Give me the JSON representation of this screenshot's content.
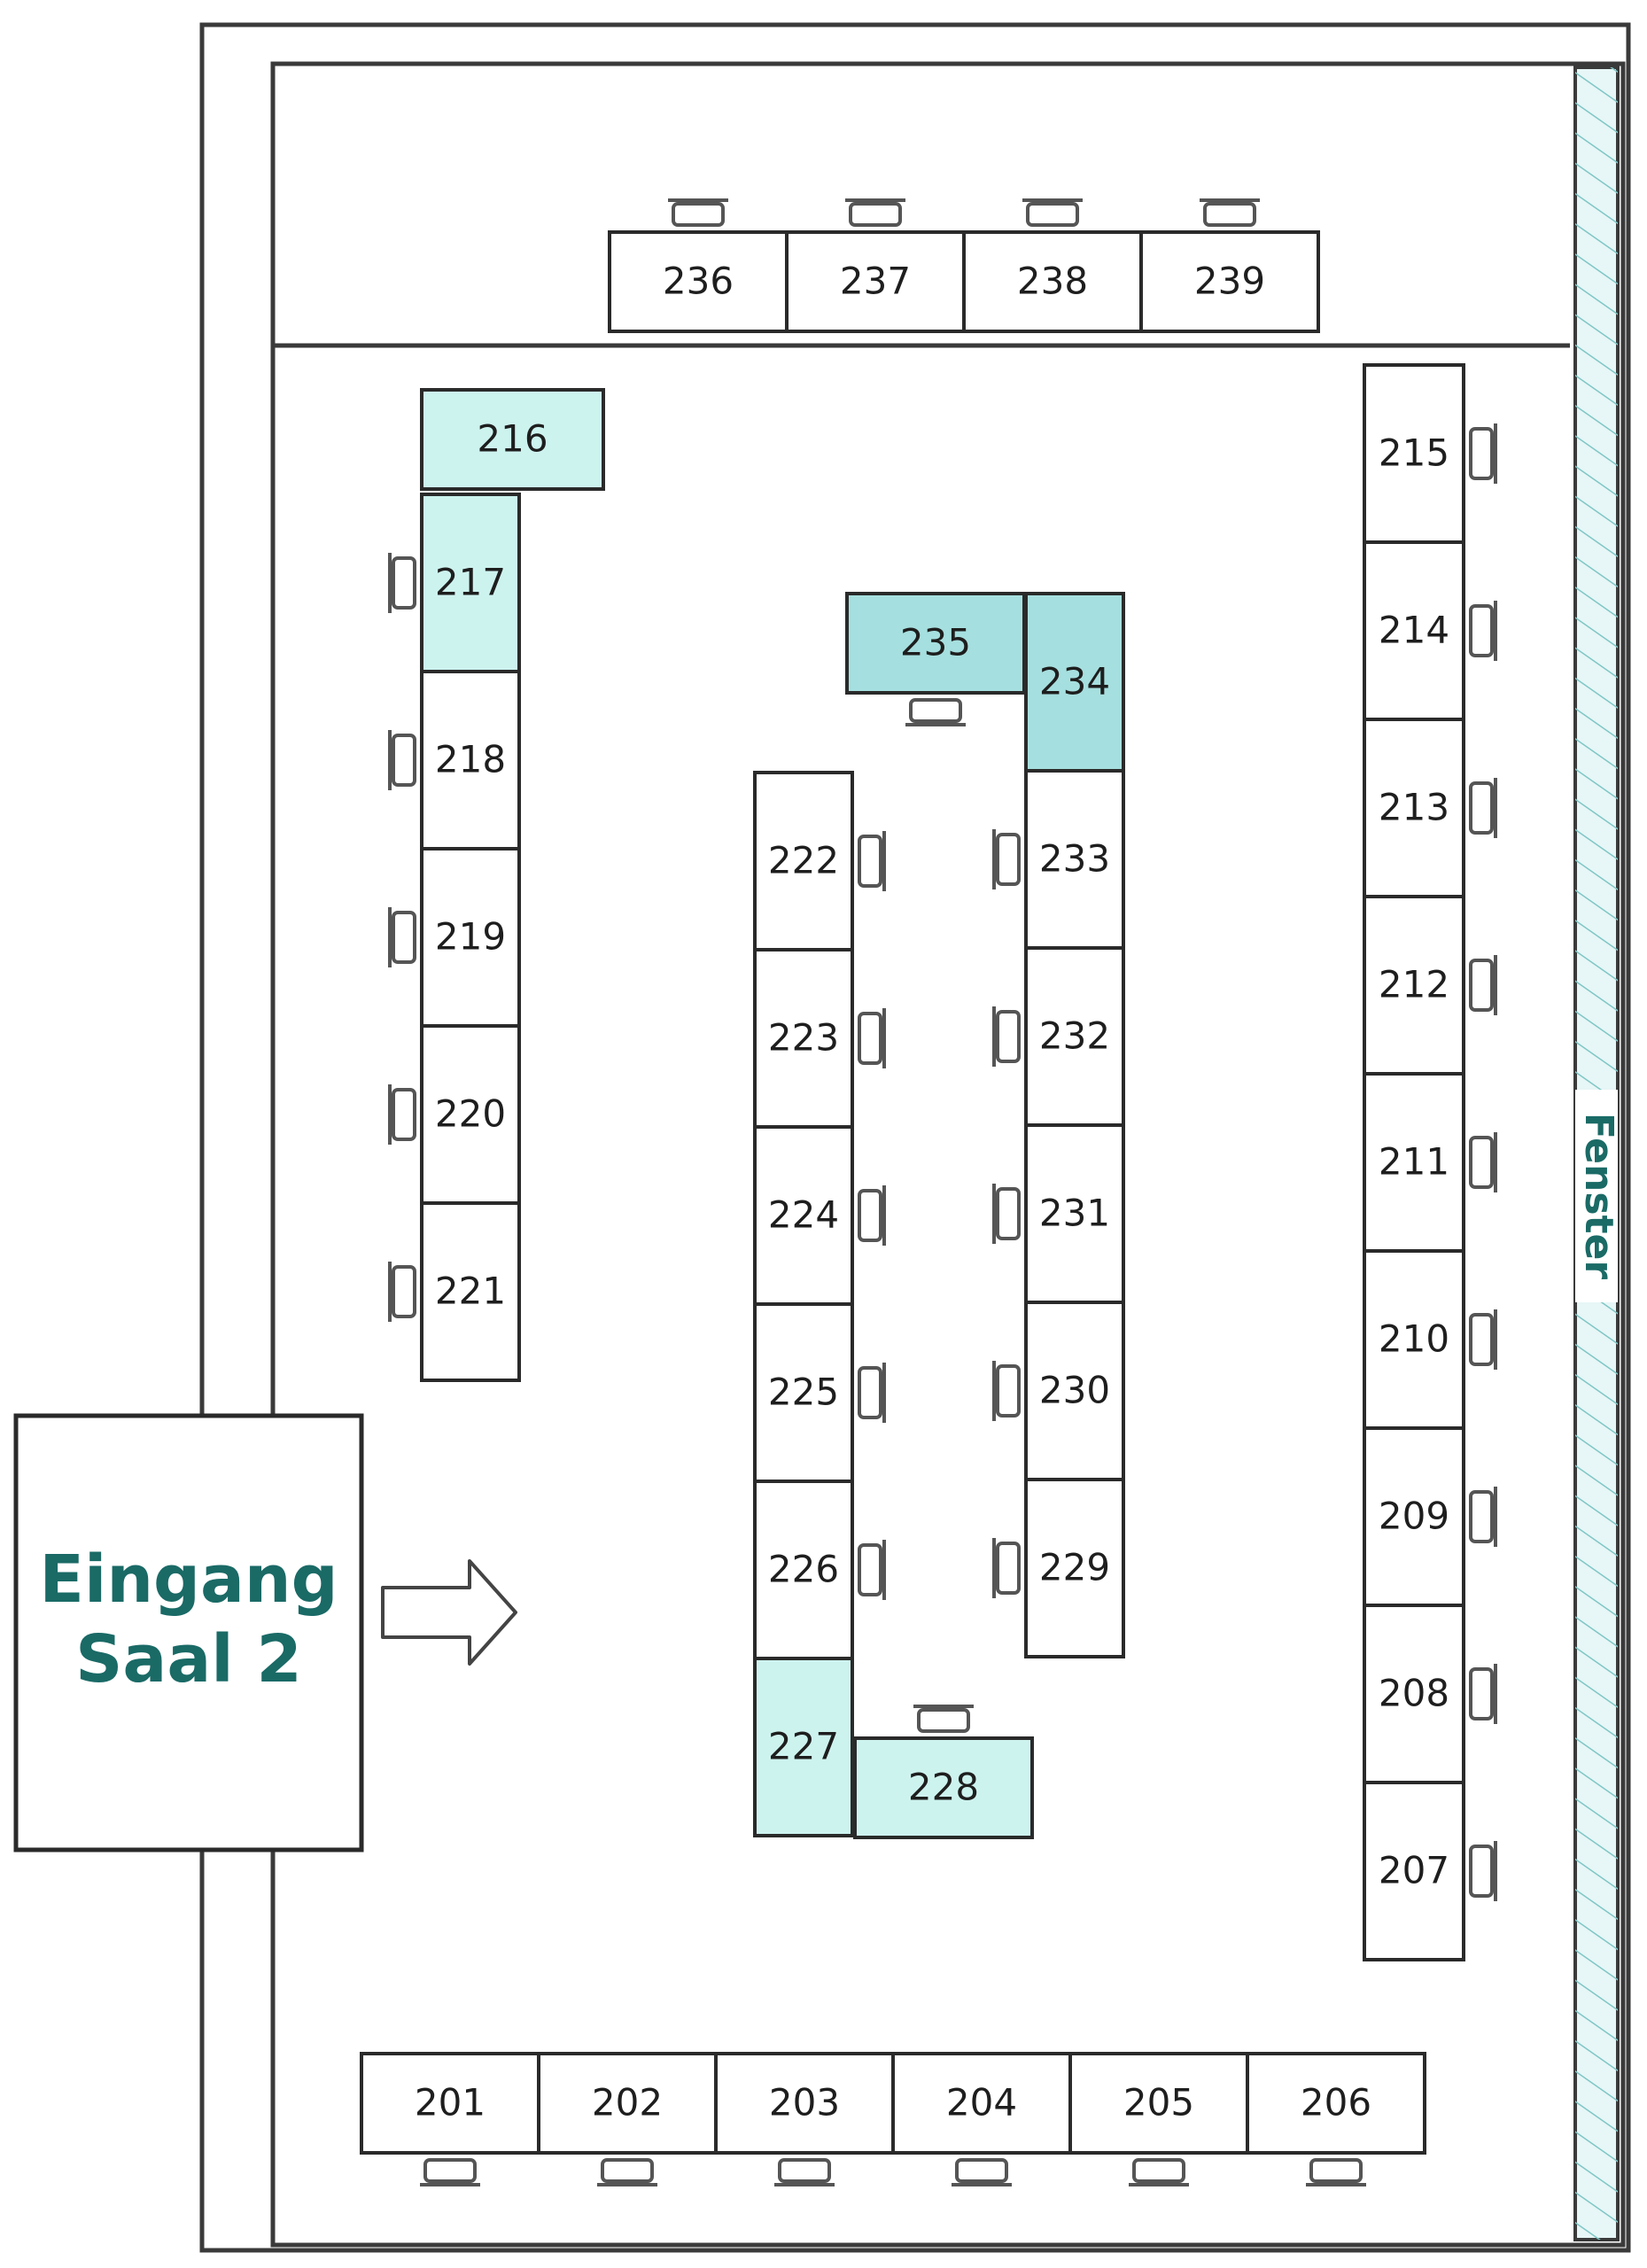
{
  "entrance": {
    "line1": "Eingang",
    "line2": "Saal 2"
  },
  "window_label": "Fenster",
  "colors": {
    "outline": "#2a2a2a",
    "wall": "#3a3a3a",
    "chair": "#555555",
    "highlight_light": "#cdf3ef",
    "highlight_dark": "#a6dfdf",
    "window_glass": "#e7f6f6",
    "window_hatch": "#7fc6c6",
    "text_teal": "#1a6a66",
    "text_dark": "#1e1e1e"
  },
  "booths": {
    "b201": "201",
    "b202": "202",
    "b203": "203",
    "b204": "204",
    "b205": "205",
    "b206": "206",
    "b207": "207",
    "b208": "208",
    "b209": "209",
    "b210": "210",
    "b211": "211",
    "b212": "212",
    "b213": "213",
    "b214": "214",
    "b215": "215",
    "b216": "216",
    "b217": "217",
    "b218": "218",
    "b219": "219",
    "b220": "220",
    "b221": "221",
    "b222": "222",
    "b223": "223",
    "b224": "224",
    "b225": "225",
    "b226": "226",
    "b227": "227",
    "b228": "228",
    "b229": "229",
    "b230": "230",
    "b231": "231",
    "b232": "232",
    "b233": "233",
    "b234": "234",
    "b235": "235",
    "b236": "236",
    "b237": "237",
    "b238": "238",
    "b239": "239"
  },
  "highlighted_booths": {
    "light": [
      "216",
      "217",
      "227",
      "228"
    ],
    "dark": [
      "234",
      "235"
    ]
  }
}
